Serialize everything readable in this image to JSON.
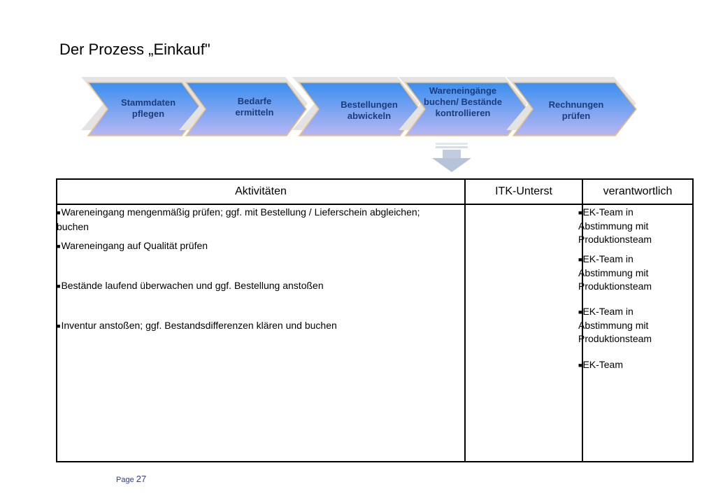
{
  "title": "Der Prozess „Einkauf\"",
  "steps": [
    "Stammdaten pflegen",
    "Bedarfe ermitteln",
    "Bestellungen abwickeln",
    "Wareneingänge buchen/ Bestände kontrollieren",
    "Rechnungen prüfen"
  ],
  "table": {
    "headers": [
      "Aktivitäten",
      "ITK-Unterst",
      "verantwortlich"
    ],
    "activities": [
      "Wareneingang mengenmäßig prüfen; ggf. mit Bestellung / Lieferschein abgleichen; buchen",
      "Wareneingang auf Qualität prüfen",
      "Bestände laufend überwachen und ggf. Bestellung anstoßen",
      "Inventur anstoßen; ggf. Bestandsdifferenzen klären und buchen"
    ],
    "responsible": [
      "EK-Team in Abstimmung mit Produktionsteam",
      "EK-Team in Abstimmung mit Produktionsteam",
      "EK-Team in Abstimmung mit Produktionsteam",
      "EK-Team"
    ]
  },
  "footer": {
    "page_label": "Page",
    "page_number": "27"
  },
  "colors": {
    "chevron_top": "#3a8ff0",
    "chevron_bottom": "#b7b7f2",
    "chevron_border": "#f0c27a",
    "label": "#1f3c7a"
  }
}
